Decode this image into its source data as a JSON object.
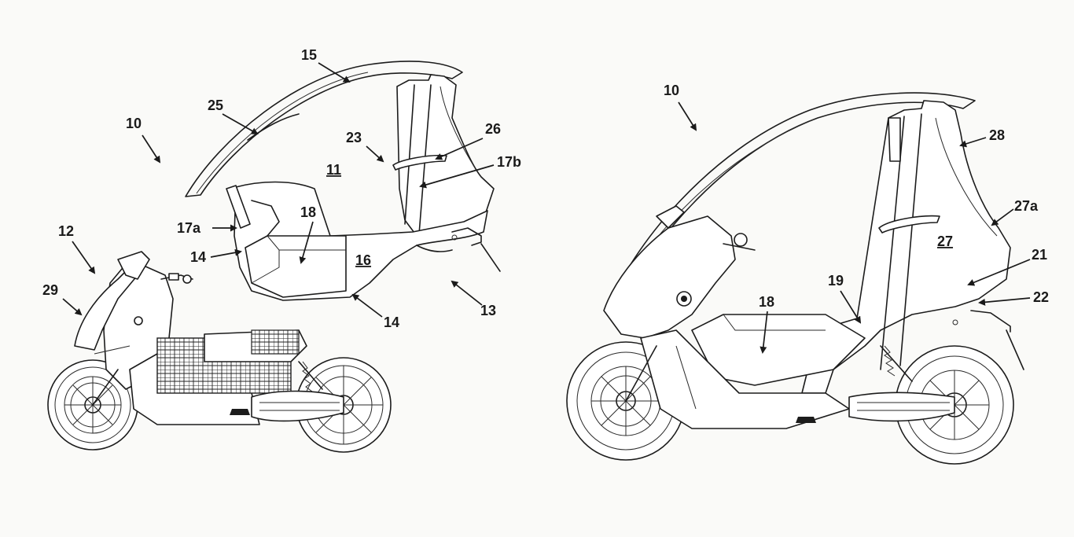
{
  "figure_left": {
    "labels": {
      "l10": "10",
      "l11": "11",
      "l12": "12",
      "l13": "13",
      "l14a": "14",
      "l14b": "14",
      "l15": "15",
      "l16": "16",
      "l17a": "17a",
      "l17b": "17b",
      "l18": "18",
      "l23": "23",
      "l25": "25",
      "l26": "26",
      "l29": "29"
    }
  },
  "figure_right": {
    "labels": {
      "l10": "10",
      "l18": "18",
      "l19": "19",
      "l21": "21",
      "l22": "22",
      "l27": "27",
      "l27a": "27a",
      "l28": "28"
    }
  }
}
